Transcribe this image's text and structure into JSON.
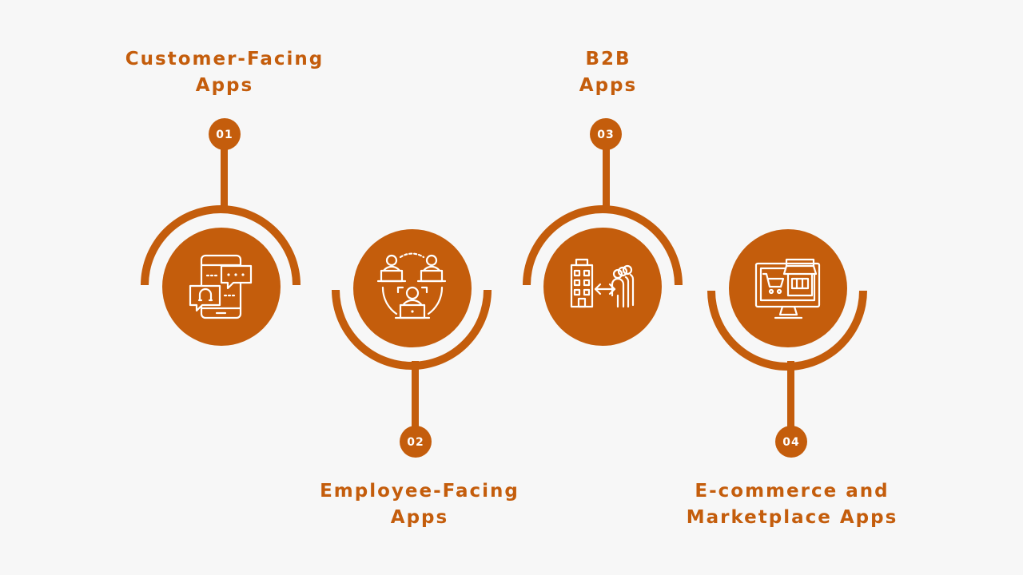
{
  "accent_color": "#c45d0c",
  "background_color": "#f7f7f7",
  "steps": [
    {
      "number": "01",
      "line1": "Customer-Facing",
      "line2": "Apps",
      "icon": "chat-support-icon"
    },
    {
      "number": "02",
      "line1": "Employee-Facing",
      "line2": "Apps",
      "icon": "team-network-icon"
    },
    {
      "number": "03",
      "line1": "B2B",
      "line2": "Apps",
      "icon": "business-exchange-icon"
    },
    {
      "number": "04",
      "line1": "E-commerce and",
      "line2": "Marketplace Apps",
      "icon": "online-store-icon"
    }
  ]
}
